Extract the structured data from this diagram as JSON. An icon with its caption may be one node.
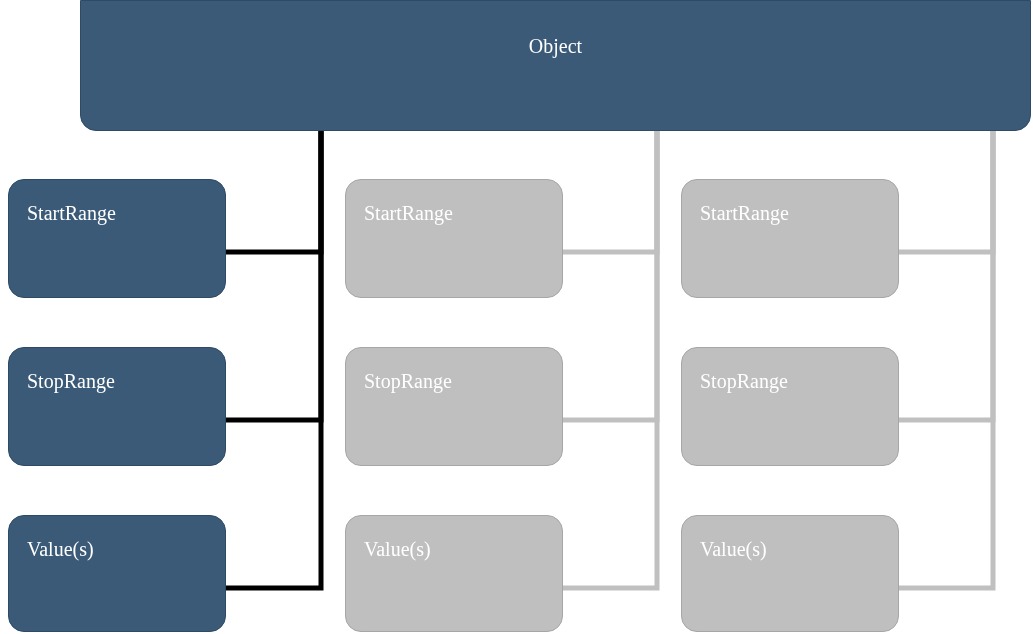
{
  "diagram": {
    "nodes": [
      {
        "text": [
          "Object"
        ]
      },
      {
        "text": [
          "StartRange"
        ]
      },
      {
        "text": [
          "StopRange"
        ]
      },
      {
        "text": [
          "Value(s)"
        ]
      },
      {
        "text": [
          "StartRange"
        ]
      },
      {
        "text": [
          "StopRange"
        ]
      },
      {
        "text": [
          "Value(s)"
        ]
      },
      {
        "text": [
          "StartRange"
        ]
      },
      {
        "text": [
          "StopRange"
        ]
      },
      {
        "text": [
          "Value(s)"
        ]
      }
    ],
    "edges": [
      {
        "from": 0,
        "to": 1,
        "arrow": "none",
        "color": "#000000"
      },
      {
        "from": 0,
        "to": 2,
        "arrow": "none",
        "color": "#000000"
      },
      {
        "from": 0,
        "to": 3,
        "arrow": "none",
        "color": "#000000"
      },
      {
        "from": 0,
        "to": 4,
        "arrow": "none"
      },
      {
        "from": 0,
        "to": 5,
        "arrow": "none"
      },
      {
        "from": 0,
        "to": 6,
        "arrow": "none"
      },
      {
        "from": 0,
        "to": 7,
        "arrow": "none"
      },
      {
        "from": 0,
        "to": 8,
        "arrow": "none"
      },
      {
        "from": 0,
        "to": 9,
        "arrow": "none"
      }
    ]
  }
}
